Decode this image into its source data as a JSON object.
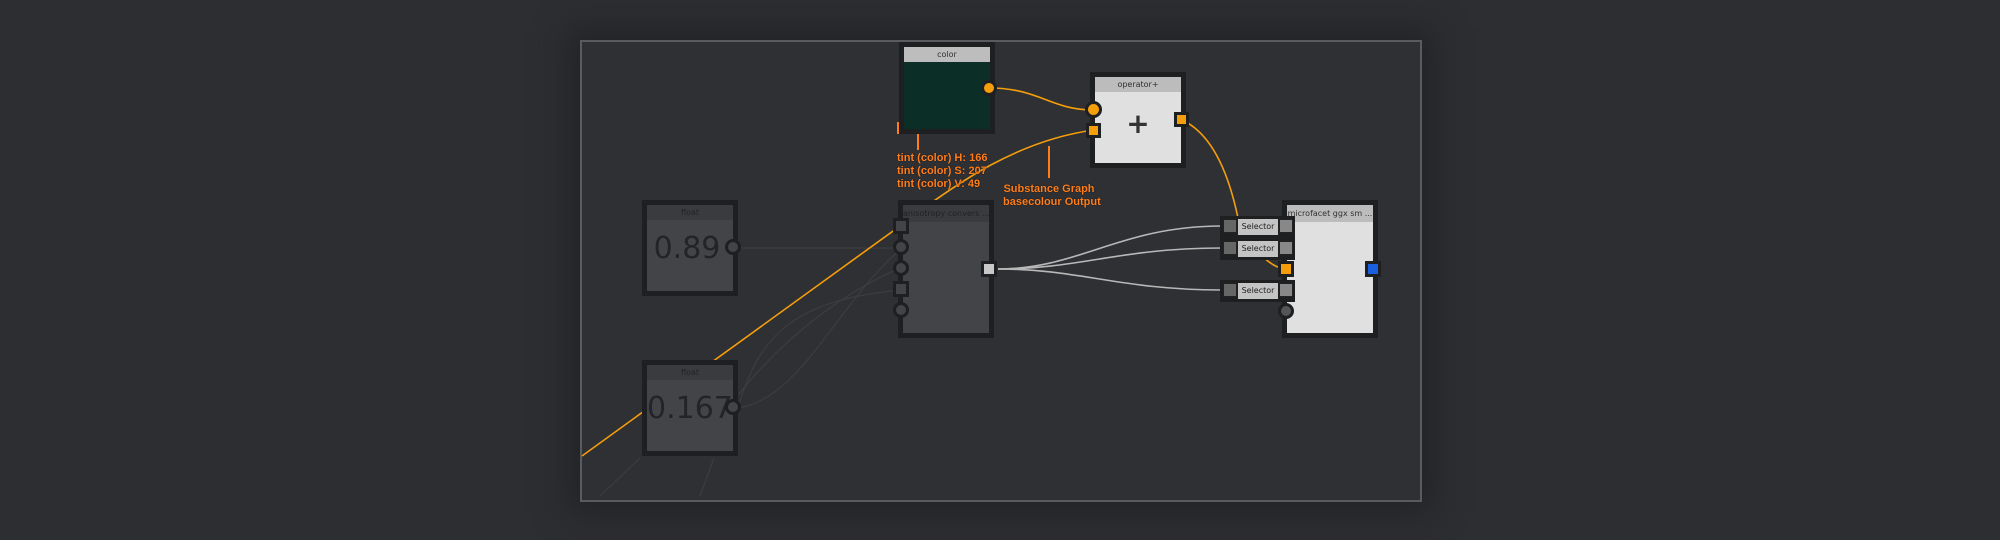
{
  "graph": {
    "nodes": {
      "float_a": {
        "title": "float",
        "value": "0.89"
      },
      "float_b": {
        "title": "float",
        "value": "0.167"
      },
      "color": {
        "title": "color",
        "swatch": "#0b2e27"
      },
      "operator": {
        "title": "operator+",
        "symbol": "+"
      },
      "anisotropy": {
        "title": "anisotropy convers ..."
      },
      "microfacet": {
        "title": "microfacet ggx sm ..."
      }
    },
    "selectors": [
      {
        "label": "Selector"
      },
      {
        "label": "Selector"
      },
      {
        "label": "Selector"
      }
    ],
    "annotations": {
      "tint_lines": [
        "tint (color) H: 166",
        "tint (color) S: 207",
        "tint (color) V: 49"
      ],
      "output_lines": [
        "Substance Graph",
        "basecolour Output"
      ]
    },
    "colors": {
      "accent_orange": "#f59e0b",
      "annotation_orange": "#ff7e1a",
      "output_blue": "#1a5fe0",
      "wire_gray": "#b8b8b8"
    }
  }
}
